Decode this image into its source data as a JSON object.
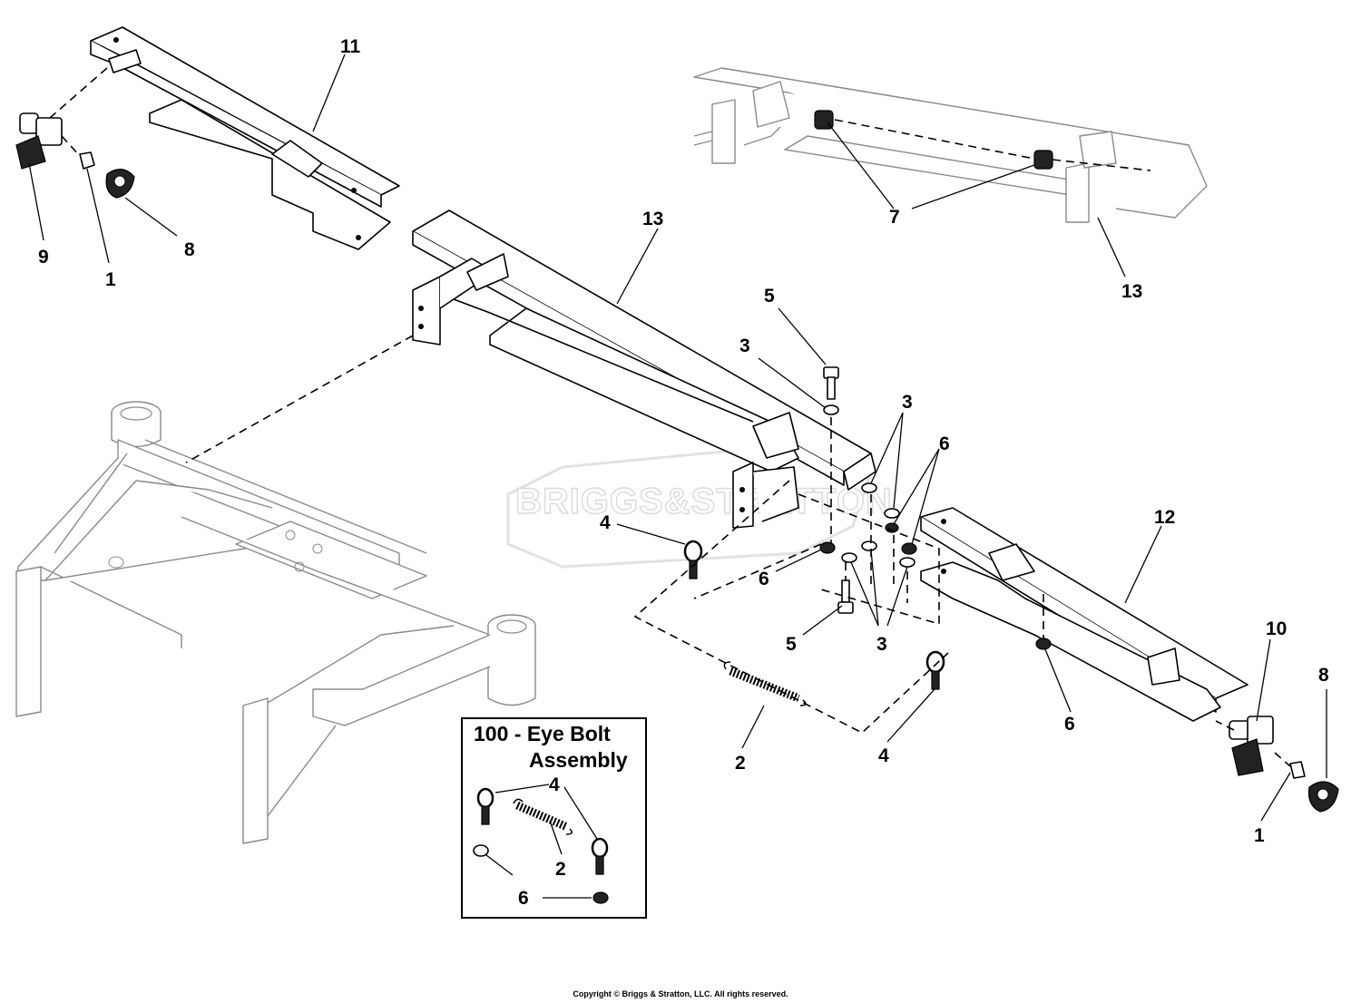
{
  "callouts": [
    {
      "id": "c11",
      "label": "11"
    },
    {
      "id": "c9",
      "label": "9"
    },
    {
      "id": "c1a",
      "label": "1"
    },
    {
      "id": "c8a",
      "label": "8"
    },
    {
      "id": "c13a",
      "label": "13"
    },
    {
      "id": "c7",
      "label": "7"
    },
    {
      "id": "c13b",
      "label": "13"
    },
    {
      "id": "c5a",
      "label": "5"
    },
    {
      "id": "c3a",
      "label": "3"
    },
    {
      "id": "c3b",
      "label": "3"
    },
    {
      "id": "c6a",
      "label": "6"
    },
    {
      "id": "c4a",
      "label": "4"
    },
    {
      "id": "c6b",
      "label": "6"
    },
    {
      "id": "c5b",
      "label": "5"
    },
    {
      "id": "c3c",
      "label": "3"
    },
    {
      "id": "c12",
      "label": "12"
    },
    {
      "id": "c10",
      "label": "10"
    },
    {
      "id": "c8b",
      "label": "8"
    },
    {
      "id": "c6c",
      "label": "6"
    },
    {
      "id": "c4b",
      "label": "4"
    },
    {
      "id": "c2a",
      "label": "2"
    },
    {
      "id": "c1b",
      "label": "1"
    }
  ],
  "inset": {
    "title_line1": "100 - Eye Bolt",
    "title_line2": "Assembly",
    "callouts": [
      {
        "id": "i4",
        "label": "4"
      },
      {
        "id": "i2",
        "label": "2"
      },
      {
        "id": "i6",
        "label": "6"
      }
    ]
  },
  "watermark": "BRIGGS&STRATTON",
  "copyright": "Copyright © Briggs & Stratton, LLC. All rights reserved."
}
